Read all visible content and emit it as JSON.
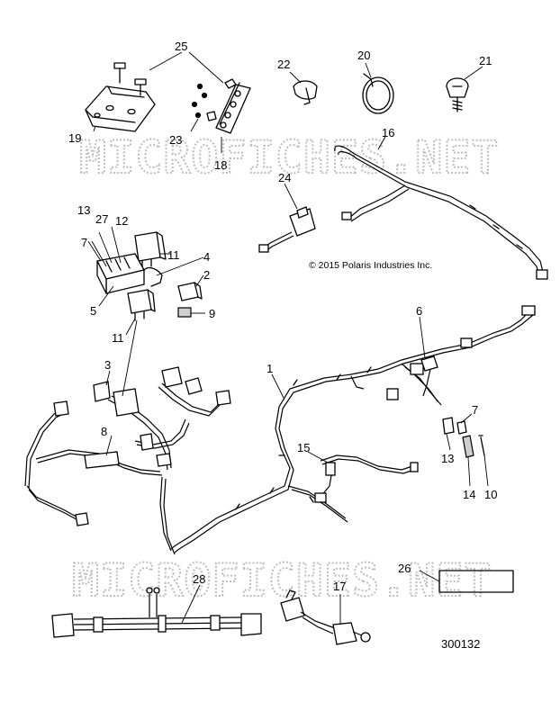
{
  "copyright": "© 2015 Polaris Industries Inc.",
  "watermark": "MICROFICHES.NET",
  "diagram_number": "300132",
  "callouts": {
    "c1": "1",
    "c2": "2",
    "c3": "3",
    "c4": "4",
    "c5": "5",
    "c6": "6",
    "c7a": "7",
    "c7b": "7",
    "c8": "8",
    "c9": "9",
    "c10": "10",
    "c11a": "11",
    "c11b": "11",
    "c12": "12",
    "c13a": "13",
    "c13b": "13",
    "c14": "14",
    "c15": "15",
    "c16": "16",
    "c17": "17",
    "c18": "18",
    "c19": "19",
    "c20": "20",
    "c21": "21",
    "c22": "22",
    "c23": "23",
    "c24": "24",
    "c25": "25",
    "c26": "26",
    "c27": "27",
    "c28": "28"
  }
}
